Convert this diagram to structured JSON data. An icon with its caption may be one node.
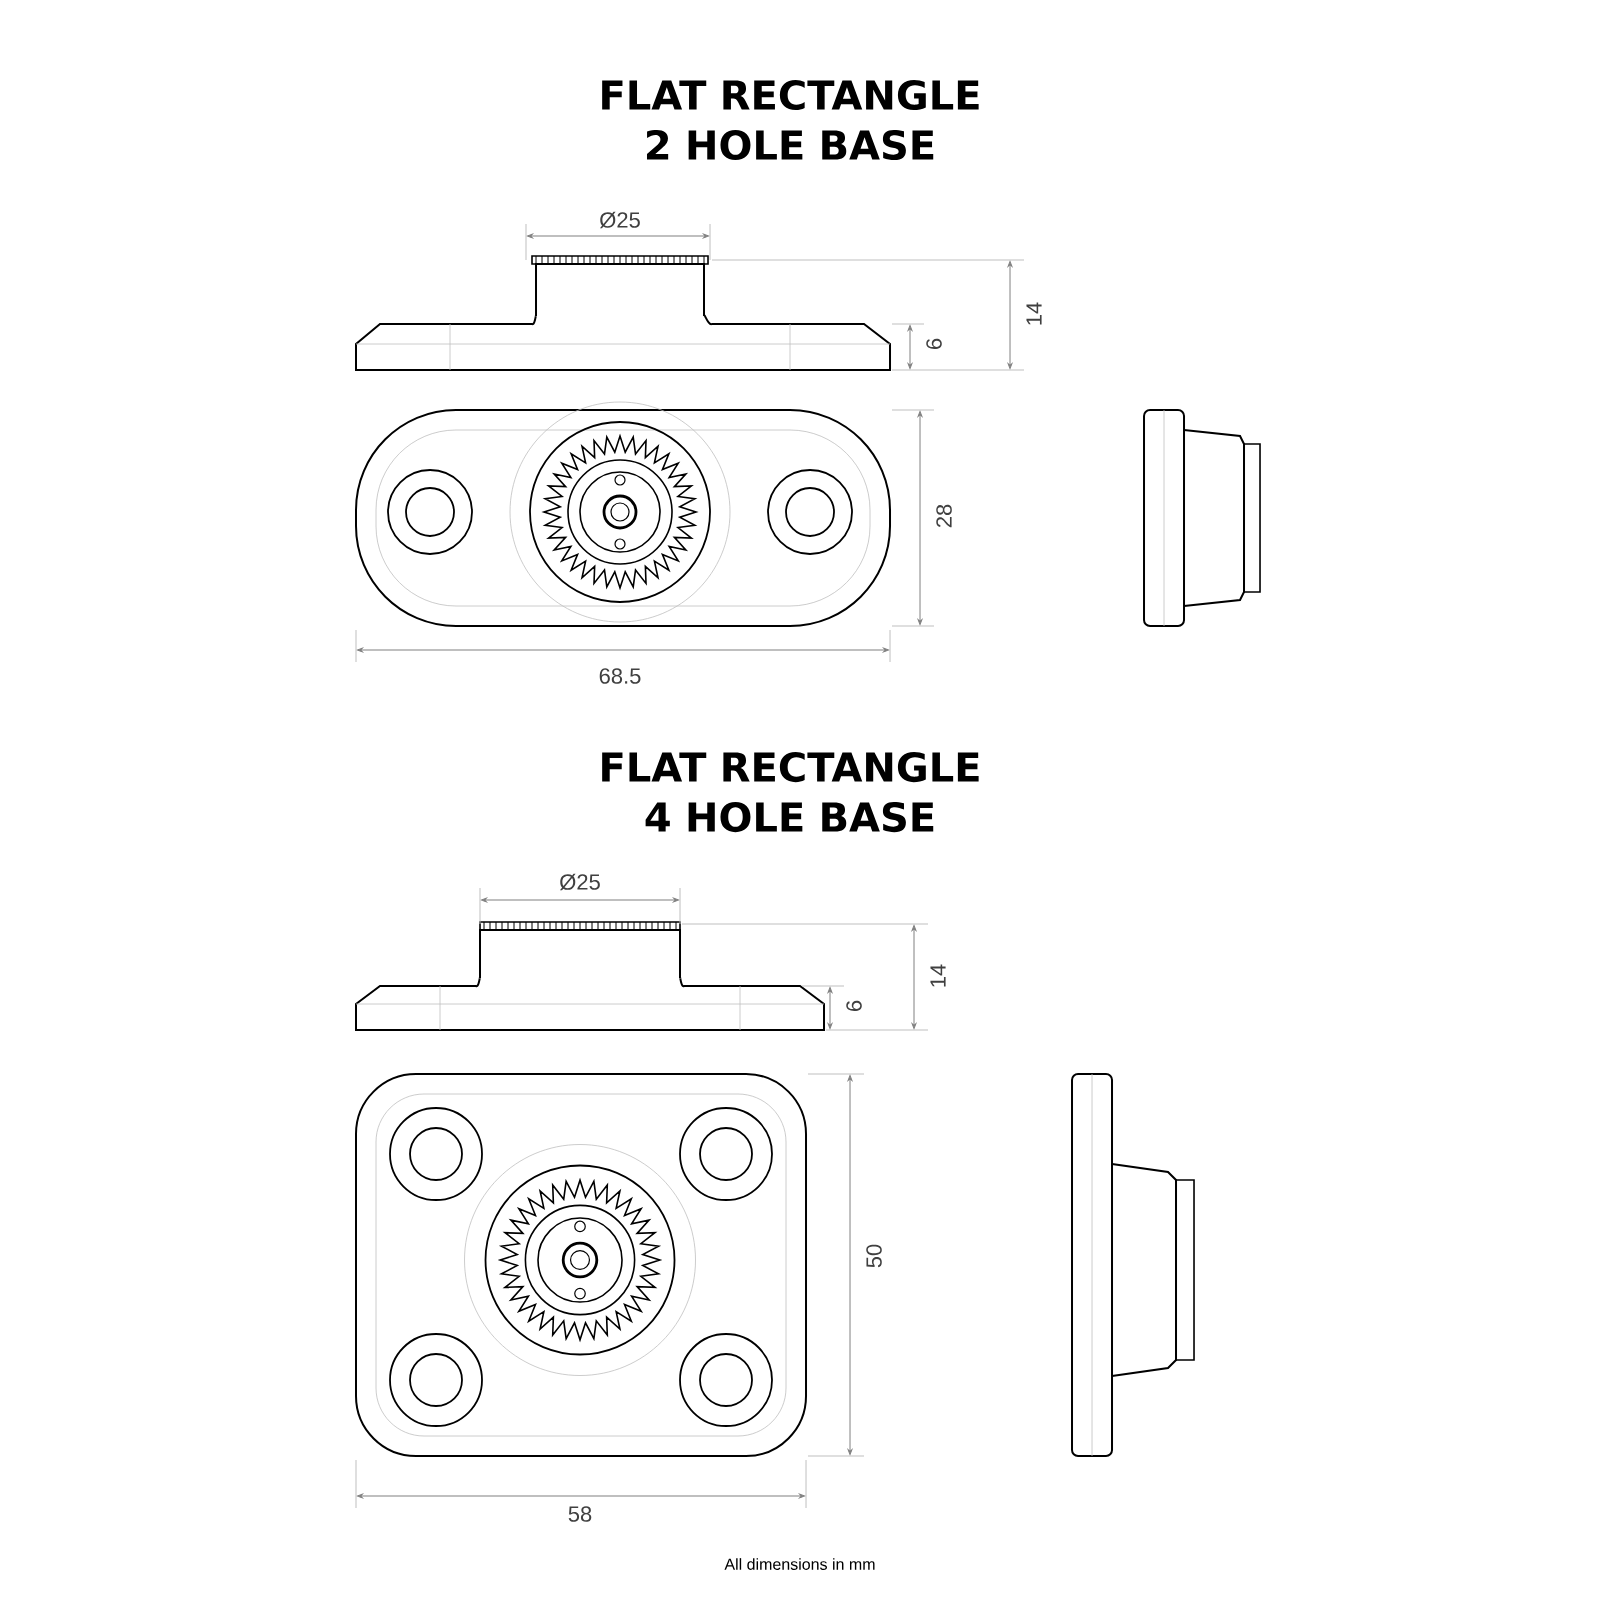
{
  "diagram": {
    "labels": [
      "FLAT RECTANGLE 2 HOLE BASE",
      "Ø25",
      "14",
      "6",
      "28",
      "68.5",
      "FLAT RECTANGLE 4 HOLE BASE",
      "Ø25",
      "14",
      "6",
      "50",
      "58",
      "All dimensions in mm"
    ]
  }
}
